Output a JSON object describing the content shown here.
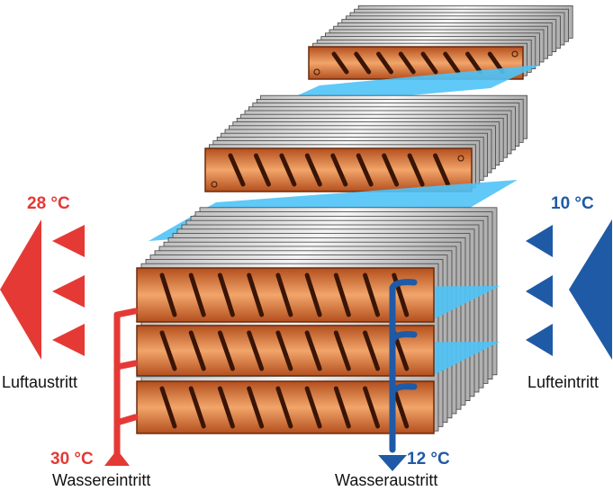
{
  "labels": {
    "air_out_temp": "28 °C",
    "air_in_temp": "10 °C",
    "water_in_temp": "30 °C",
    "water_out_temp": "12 °C",
    "air_out": "Luftaustritt",
    "air_in": "Lufteintritt",
    "water_in": "Wassereintritt",
    "water_out": "Wasseraustritt"
  },
  "colors": {
    "warm": "#e53935",
    "cold": "#1f5aa6",
    "copper": "#c8662e",
    "fin": "#4fc3f7"
  }
}
